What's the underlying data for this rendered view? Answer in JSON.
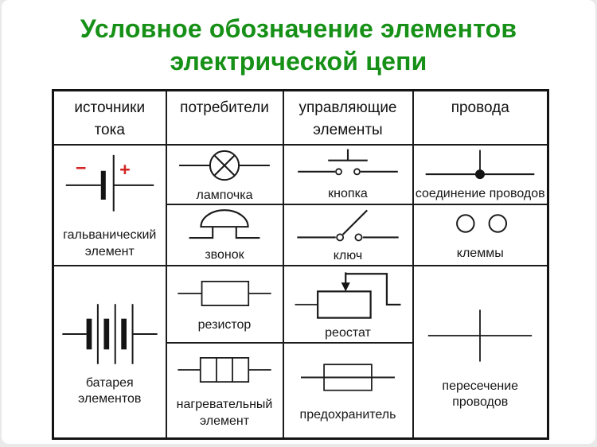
{
  "title": {
    "line1": "Условное обозначение элементов",
    "line2": "электрической цепи"
  },
  "colors": {
    "title_green": "#169016",
    "polarity_red": "#d42525",
    "line_black": "#1a1a1a"
  },
  "table": {
    "headers": [
      {
        "label": "источники\nтока"
      },
      {
        "label": "потребители"
      },
      {
        "label": "управляющие\nэлементы"
      },
      {
        "label": "провода"
      }
    ],
    "cells": {
      "galvanic": {
        "label": "гальванический\nэлемент",
        "minus": "−",
        "plus": "+",
        "icon": "galvanic-cell-icon"
      },
      "lamp": {
        "label": "лампочка",
        "icon": "lamp-icon"
      },
      "button": {
        "label": "кнопка",
        "icon": "push-button-icon"
      },
      "connection": {
        "label": "соединение проводов",
        "icon": "wire-junction-icon"
      },
      "bell": {
        "label": "звонок",
        "icon": "bell-icon"
      },
      "key": {
        "label": "ключ",
        "icon": "switch-key-icon"
      },
      "terminals": {
        "label": "клеммы",
        "icon": "terminals-icon"
      },
      "battery": {
        "label": "батарея\nэлементов",
        "icon": "battery-icon"
      },
      "resistor": {
        "label": "резистор",
        "icon": "resistor-icon"
      },
      "rheostat": {
        "label": "реостат",
        "icon": "rheostat-icon"
      },
      "crossing": {
        "label": "пересечение\nпроводов",
        "icon": "wire-crossing-icon"
      },
      "heating": {
        "label": "нагревательный\nэлемент",
        "icon": "heating-element-icon"
      },
      "fuse": {
        "label": "предохранитель",
        "icon": "fuse-icon"
      }
    }
  }
}
